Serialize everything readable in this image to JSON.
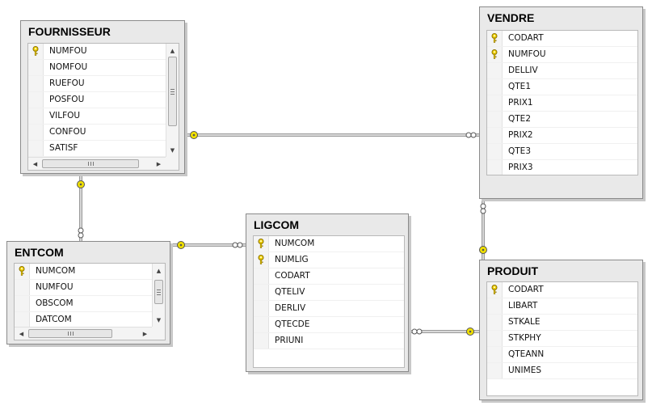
{
  "tables": [
    {
      "id": "fournisseur",
      "title": "FOURNISSEUR",
      "columns": [
        {
          "name": "NUMFOU",
          "key": true
        },
        {
          "name": "NOMFOU",
          "key": false
        },
        {
          "name": "RUEFOU",
          "key": false
        },
        {
          "name": "POSFOU",
          "key": false
        },
        {
          "name": "VILFOU",
          "key": false
        },
        {
          "name": "CONFOU",
          "key": false
        },
        {
          "name": "SATISF",
          "key": false
        }
      ],
      "vscroll": true,
      "hscroll": true
    },
    {
      "id": "vendre",
      "title": "VENDRE",
      "columns": [
        {
          "name": "CODART",
          "key": true
        },
        {
          "name": "NUMFOU",
          "key": true
        },
        {
          "name": "DELLIV",
          "key": false
        },
        {
          "name": "QTE1",
          "key": false
        },
        {
          "name": "PRIX1",
          "key": false
        },
        {
          "name": "QTE2",
          "key": false
        },
        {
          "name": "PRIX2",
          "key": false
        },
        {
          "name": "QTE3",
          "key": false
        },
        {
          "name": "PRIX3",
          "key": false
        }
      ],
      "vscroll": false,
      "hscroll": false
    },
    {
      "id": "entcom",
      "title": "ENTCOM",
      "columns": [
        {
          "name": "NUMCOM",
          "key": true
        },
        {
          "name": "NUMFOU",
          "key": false
        },
        {
          "name": "OBSCOM",
          "key": false
        },
        {
          "name": "DATCOM",
          "key": false
        }
      ],
      "vscroll": true,
      "hscroll": true
    },
    {
      "id": "ligcom",
      "title": "LIGCOM",
      "columns": [
        {
          "name": "NUMCOM",
          "key": true
        },
        {
          "name": "NUMLIG",
          "key": true
        },
        {
          "name": "CODART",
          "key": false
        },
        {
          "name": "QTELIV",
          "key": false
        },
        {
          "name": "DERLIV",
          "key": false
        },
        {
          "name": "QTECDE",
          "key": false
        },
        {
          "name": "PRIUNI",
          "key": false
        }
      ],
      "vscroll": false,
      "hscroll": false
    },
    {
      "id": "produit",
      "title": "PRODUIT",
      "columns": [
        {
          "name": "CODART",
          "key": true
        },
        {
          "name": "LIBART",
          "key": false
        },
        {
          "name": "STKALE",
          "key": false
        },
        {
          "name": "STKPHY",
          "key": false
        },
        {
          "name": "QTEANN",
          "key": false
        },
        {
          "name": "UNIMES",
          "key": false
        }
      ],
      "vscroll": false,
      "hscroll": false
    }
  ],
  "relationships": [
    {
      "name": "fournisseur-vendre",
      "one": "FOURNISSEUR",
      "many": "VENDRE"
    },
    {
      "name": "fournisseur-entcom",
      "one": "FOURNISSEUR",
      "many": "ENTCOM"
    },
    {
      "name": "entcom-ligcom",
      "one": "ENTCOM",
      "many": "LIGCOM"
    },
    {
      "name": "produit-ligcom",
      "one": "PRODUIT",
      "many": "LIGCOM"
    },
    {
      "name": "produit-vendre",
      "one": "PRODUIT",
      "many": "VENDRE"
    }
  ],
  "icons": {
    "primary_key": "key-icon",
    "scroll_up": "arrow-up-icon",
    "scroll_down": "arrow-down-icon",
    "scroll_left": "arrow-left-icon",
    "scroll_right": "arrow-right-icon"
  },
  "colors": {
    "key": "#f2d200",
    "connector": "#7a7a7a",
    "connector_end": "#f0e000"
  }
}
